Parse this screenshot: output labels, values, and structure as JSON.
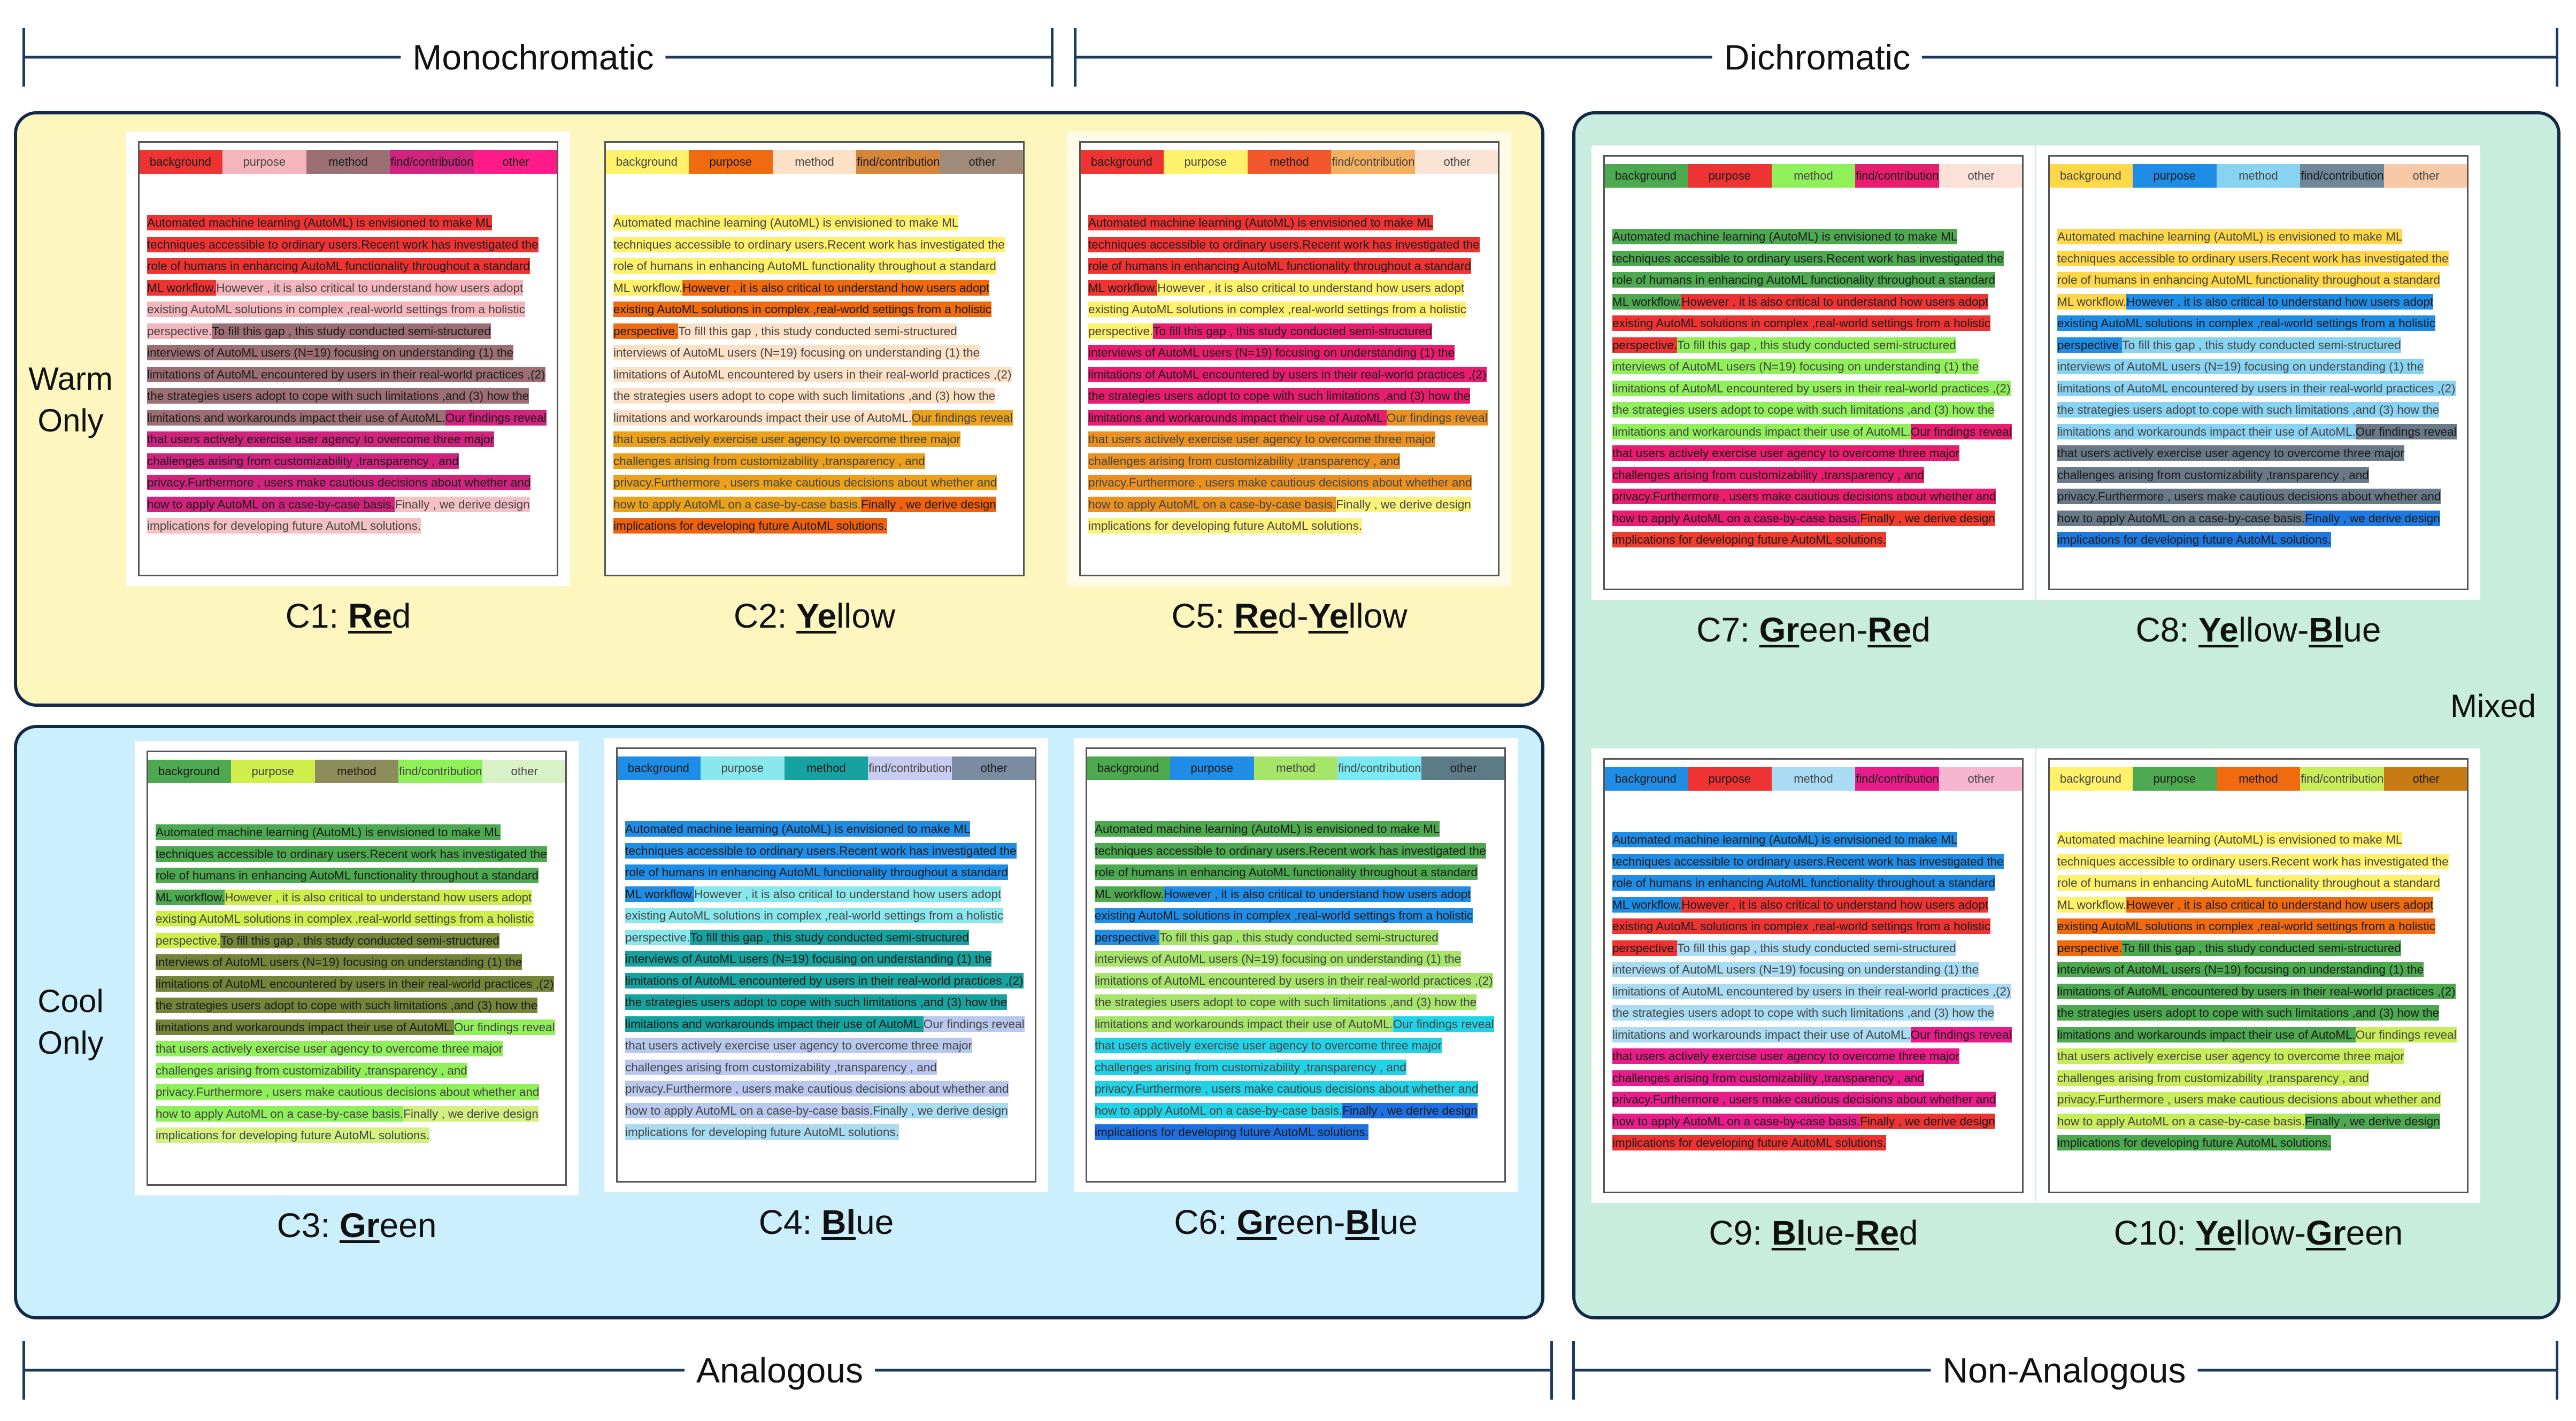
{
  "brackets": {
    "monochromatic": "Monochromatic",
    "dichromatic": "Dichromatic",
    "analogous": "Analogous",
    "non_analogous": "Non-Analogous"
  },
  "groups": {
    "warm": {
      "label": "Warm Only",
      "bg": "#fdf6bf"
    },
    "cool": {
      "label": "Cool Only",
      "bg": "#cceffd"
    },
    "mixed": {
      "label": "Mixed",
      "bg": "#c8ecdd"
    }
  },
  "legend_labels": [
    "background",
    "purpose",
    "method",
    "find/contribution",
    "other"
  ],
  "abstract_segments": [
    "Automated machine learning (AutoML) is envisioned to make ML techniques accessible to ordinary users.",
    "Recent work has investigated the role of humans in enhancing AutoML functionality throughout a standard ML workflow.",
    "However , it is also critical to understand how users adopt existing AutoML solutions in complex ,real-world settings from a holistic perspective.",
    "To fill this gap , this study conducted semi-structured interviews of AutoML users (N=19) focusing on understanding (1) the limitations of AutoML encountered by users in their real-world practices ,(2) the strategies users adopt to cope with such limitations ,and (3) how the limitations and workarounds impact their use of AutoML.",
    "Our findings reveal that users actively exercise user agency to overcome three major challenges arising from customizability ,transparency , and privacy.",
    "Furthermore , users make cautious decisions about whether and how to apply AutoML on a case-by-case basis.",
    "Finally , we derive design implications for developing future AutoML solutions."
  ],
  "segment_roles": [
    "background",
    "background",
    "purpose",
    "method",
    "finding",
    "finding",
    "other"
  ],
  "conditions": [
    {
      "id": "C1",
      "title_parts": [
        {
          "t": "C1: ",
          "s": ""
        },
        {
          "t": "Re",
          "s": "bu"
        },
        {
          "t": "d",
          "s": ""
        }
      ],
      "bg": "#ffffff",
      "colors": {
        "background": "#ee3333",
        "purpose": "#f4b6bc",
        "method": "#9c6f74",
        "finding": "#d0237e",
        "other": "#f4c2c6"
      },
      "legend": [
        "#ee3333",
        "#f4b6bc",
        "#9c6f74",
        "#d0237e",
        "#ff1b88"
      ]
    },
    {
      "id": "C2",
      "title_parts": [
        {
          "t": "C2: ",
          "s": ""
        },
        {
          "t": "Ye",
          "s": "bu"
        },
        {
          "t": "llow",
          "s": ""
        }
      ],
      "bg": "#fdf6bf",
      "colors": {
        "background": "#fff26a",
        "purpose": "#f06b10",
        "method": "#fde1c6",
        "finding": "#eba11a",
        "other": "#f0620e"
      },
      "legend": [
        "#fff26a",
        "#f06b10",
        "#fde1c6",
        "#d5853a",
        "#a08b7b"
      ]
    },
    {
      "id": "C5",
      "title_parts": [
        {
          "t": "C5: ",
          "s": ""
        },
        {
          "t": "Re",
          "s": "bu"
        },
        {
          "t": "d-",
          "s": ""
        },
        {
          "t": "Ye",
          "s": "bu"
        },
        {
          "t": "llow",
          "s": ""
        }
      ],
      "bg": "#fffbe6",
      "colors": {
        "background": "#ee3333",
        "purpose": "#fff26a",
        "method": "#e81d6f",
        "finding": "#eb9122",
        "other": "#fbf37e"
      },
      "legend": [
        "#ee3333",
        "#fff26a",
        "#f2562d",
        "#f3b060",
        "#fbe3d5"
      ]
    },
    {
      "id": "C3",
      "title_parts": [
        {
          "t": "C3: ",
          "s": ""
        },
        {
          "t": "Gr",
          "s": "bu"
        },
        {
          "t": "een",
          "s": ""
        }
      ],
      "bg": "#ffffff",
      "colors": {
        "background": "#4ca94f",
        "purpose": "#d0ee4b",
        "method": "#74853a",
        "finding": "#8ff05a",
        "other": "#d4f081"
      },
      "legend": [
        "#4ca94f",
        "#d0ee4b",
        "#8b8d5a",
        "#8ff05a",
        "#d8f1c7"
      ]
    },
    {
      "id": "C4",
      "title_parts": [
        {
          "t": "C4: ",
          "s": ""
        },
        {
          "t": "Bl",
          "s": "bu"
        },
        {
          "t": "ue",
          "s": ""
        }
      ],
      "bg": "#ffffff",
      "colors": {
        "background": "#1f8de6",
        "purpose": "#89e7ee",
        "method": "#16a3a0",
        "finding": "#b9c8ee",
        "other": "#a9dbf2"
      },
      "legend": [
        "#1f8de6",
        "#89e7ee",
        "#16a3a0",
        "#c7ccf2",
        "#7b8ca2"
      ]
    },
    {
      "id": "C6",
      "title_parts": [
        {
          "t": "C6: ",
          "s": ""
        },
        {
          "t": "Gr",
          "s": "bu"
        },
        {
          "t": "een-",
          "s": ""
        },
        {
          "t": "Bl",
          "s": "bu"
        },
        {
          "t": "ue",
          "s": ""
        }
      ],
      "bg": "#ffffff",
      "colors": {
        "background": "#4ca94f",
        "purpose": "#1f8de6",
        "method": "#a6e46a",
        "finding": "#22d3e8",
        "other": "#1f6fe0"
      },
      "legend": [
        "#4ca94f",
        "#1f8de6",
        "#a6e46a",
        "#7ae9f4",
        "#5d7b86"
      ]
    },
    {
      "id": "C7",
      "title_parts": [
        {
          "t": "C7: ",
          "s": ""
        },
        {
          "t": "Gr",
          "s": "bu"
        },
        {
          "t": "een-",
          "s": ""
        },
        {
          "t": "Re",
          "s": "bu"
        },
        {
          "t": "d",
          "s": ""
        }
      ],
      "bg": "#ffffff",
      "colors": {
        "background": "#4ca94f",
        "purpose": "#ee3333",
        "method": "#8ff05a",
        "finding": "#e81d6f",
        "other": "#f03c2c"
      },
      "legend": [
        "#4ca94f",
        "#ee3333",
        "#8ff05a",
        "#e81d6f",
        "#fbe1d8"
      ]
    },
    {
      "id": "C8",
      "title_parts": [
        {
          "t": "C8: ",
          "s": ""
        },
        {
          "t": "Ye",
          "s": "bu"
        },
        {
          "t": "llow-",
          "s": ""
        },
        {
          "t": "Bl",
          "s": "bu"
        },
        {
          "t": "ue",
          "s": ""
        }
      ],
      "bg": "#ffffff",
      "colors": {
        "background": "#ffd84a",
        "purpose": "#1f8de6",
        "method": "#89d3f2",
        "finding": "#697987",
        "other": "#1f78e0"
      },
      "legend": [
        "#ffd84a",
        "#1f8de6",
        "#89d3f2",
        "#6f8796",
        "#f8c9a6"
      ]
    },
    {
      "id": "C9",
      "title_parts": [
        {
          "t": "C9: ",
          "s": ""
        },
        {
          "t": "Bl",
          "s": "bu"
        },
        {
          "t": "ue-",
          "s": ""
        },
        {
          "t": "Re",
          "s": "bu"
        },
        {
          "t": "d",
          "s": ""
        }
      ],
      "bg": "#ffffff",
      "colors": {
        "background": "#1f8de6",
        "purpose": "#ee3333",
        "method": "#a9dbf2",
        "finding": "#e81d8b",
        "other": "#ee3333"
      },
      "legend": [
        "#1f8de6",
        "#ee3333",
        "#a9dbf2",
        "#e81d8b",
        "#f6b6cf"
      ]
    },
    {
      "id": "C10",
      "title_parts": [
        {
          "t": "C10: ",
          "s": ""
        },
        {
          "t": "Ye",
          "s": "bu"
        },
        {
          "t": "llow-",
          "s": ""
        },
        {
          "t": "Gr",
          "s": "bu"
        },
        {
          "t": "een",
          "s": ""
        }
      ],
      "bg": "#ffffff",
      "colors": {
        "background": "#fff26a",
        "purpose": "#f06b10",
        "method": "#4ca94f",
        "finding": "#c9ec5a",
        "other": "#4ca94f"
      },
      "legend": [
        "#fff26a",
        "#4ca94f",
        "#f06b10",
        "#c9ec5a",
        "#c87a13"
      ]
    }
  ]
}
